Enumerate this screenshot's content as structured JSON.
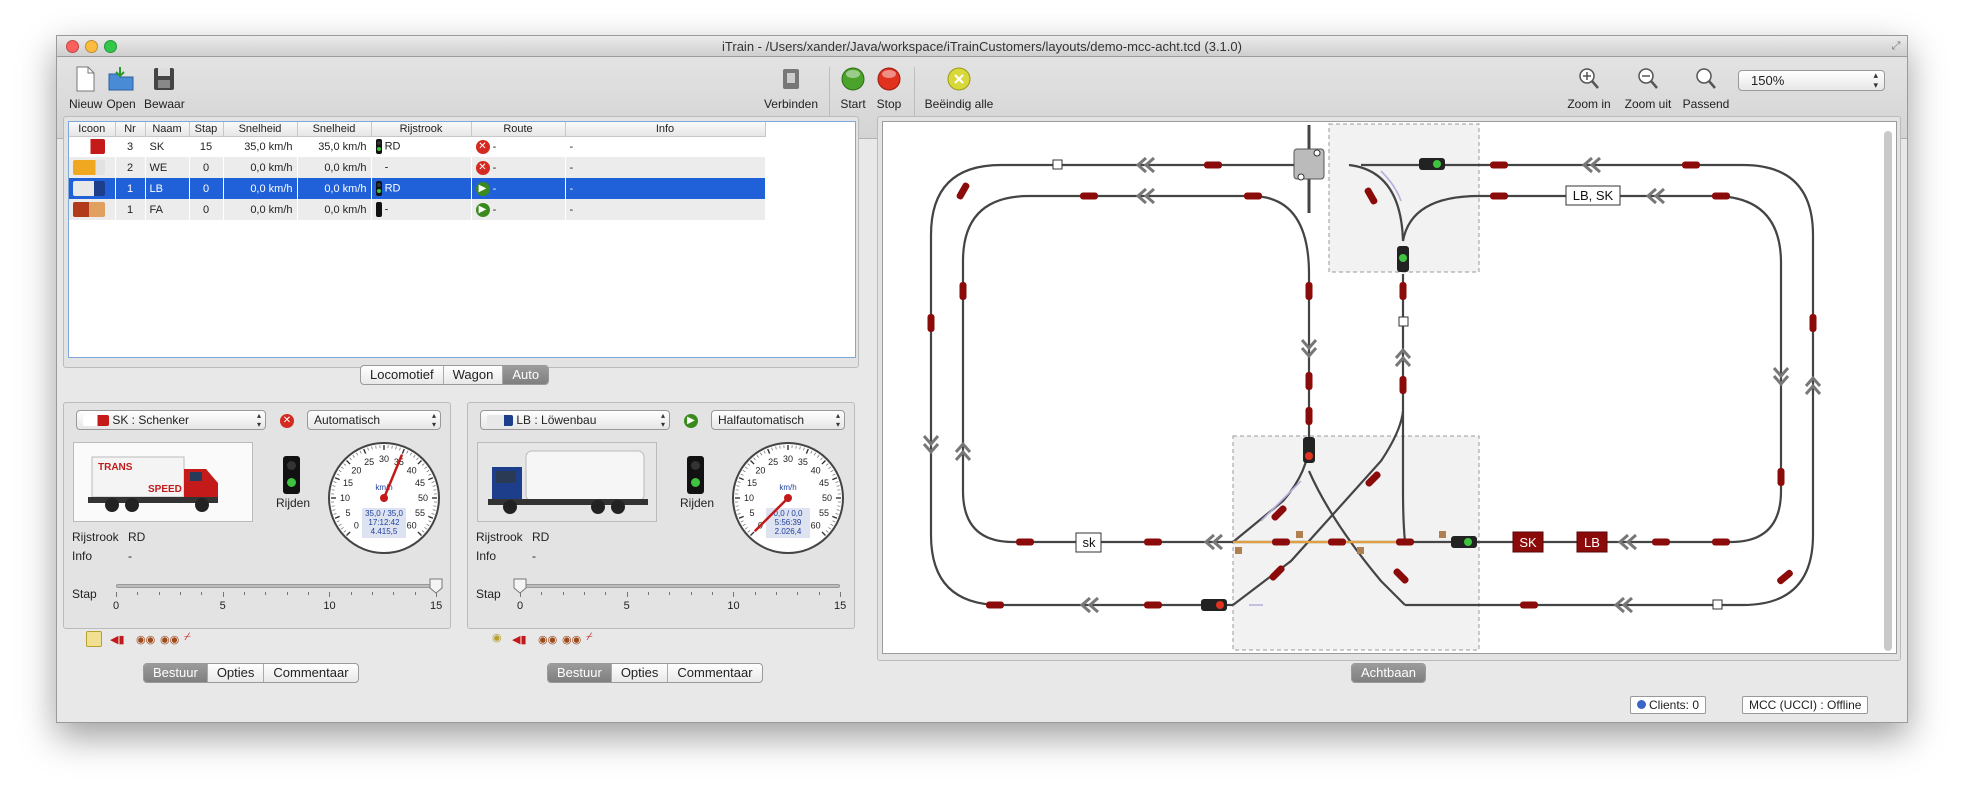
{
  "window": {
    "title": "iTrain - /Users/xander/Java/workspace/iTrainCustomers/layouts/demo-mcc-acht.tcd (3.1.0)"
  },
  "toolbar": {
    "new": "Nieuw",
    "open": "Open",
    "save": "Bewaar",
    "connect": "Verbinden",
    "start": "Start",
    "stop": "Stop",
    "end_all": "Beëindig alle",
    "zoom_in": "Zoom in",
    "zoom_out": "Zoom uit",
    "fit": "Passend",
    "zoom_value": "150%"
  },
  "table": {
    "headers": [
      "Icoon",
      "Nr",
      "Naam",
      "Stap",
      "Snelheid",
      "Snelheid",
      "Rijstrook",
      "Route",
      "Info"
    ],
    "rows": [
      {
        "nr": "3",
        "naam": "SK",
        "stap": "15",
        "v1": "35,0 km/h",
        "v2": "35,0 km/h",
        "lane": "RD",
        "route": "-",
        "info": "-",
        "status": "stop"
      },
      {
        "nr": "2",
        "naam": "WE",
        "stap": "0",
        "v1": "0,0 km/h",
        "v2": "0,0 km/h",
        "lane": "-",
        "route": "-",
        "info": "-",
        "status": "stop"
      },
      {
        "nr": "1",
        "naam": "LB",
        "stap": "0",
        "v1": "0,0 km/h",
        "v2": "0,0 km/h",
        "lane": "RD",
        "route": "-",
        "info": "-",
        "status": "play"
      },
      {
        "nr": "1",
        "naam": "FA",
        "stap": "0",
        "v1": "0,0 km/h",
        "v2": "0,0 km/h",
        "lane": "-",
        "route": "-",
        "info": "-",
        "status": "play"
      }
    ]
  },
  "tabs_top": [
    "Locomotief",
    "Wagon",
    "Auto"
  ],
  "left_panel": {
    "vehicle": "SK : Schenker",
    "mode": "Automatisch",
    "state": "Rijden",
    "lane_label": "Rijstrook",
    "lane_value": "RD",
    "info_label": "Info",
    "info_value": "-",
    "gauge_unit": "km/h",
    "gauge_line1": "35,0 / 35,0",
    "gauge_line2": "17:12:42",
    "gauge_line3": "4.415,5",
    "speed": 35,
    "step_label": "Stap",
    "step_value": 15,
    "step_ticks": [
      "0",
      "5",
      "10",
      "15"
    ],
    "tabs": [
      "Bestuur",
      "Opties",
      "Commentaar"
    ]
  },
  "right_panel": {
    "vehicle": "LB : Löwenbau",
    "mode": "Halfautomatisch",
    "state": "Rijden",
    "lane_label": "Rijstrook",
    "lane_value": "RD",
    "info_label": "Info",
    "info_value": "-",
    "gauge_unit": "km/h",
    "gauge_line1": "0,0 / 0,0",
    "gauge_line2": "5:56:39",
    "gauge_line3": "2.026,4",
    "speed": 0,
    "step_label": "Stap",
    "step_value": 0,
    "step_ticks": [
      "0",
      "5",
      "10",
      "15"
    ],
    "tabs": [
      "Bestuur",
      "Opties",
      "Commentaar"
    ]
  },
  "gauge_scale": [
    "0",
    "5",
    "10",
    "15",
    "20",
    "25",
    "30",
    "35",
    "40",
    "45",
    "50",
    "55",
    "60"
  ],
  "track": {
    "labels": {
      "lb_sk": "LB, SK",
      "sk_box": "sk",
      "sk": "SK",
      "lb": "LB"
    },
    "tab": "Achtbaan"
  },
  "status": {
    "clients": "Clients: 0",
    "mcc": "MCC (UCCI) :  Offline"
  },
  "colors": {
    "accent": "#2060d8",
    "train_red": "#8b0a0a",
    "track": "#444444"
  }
}
